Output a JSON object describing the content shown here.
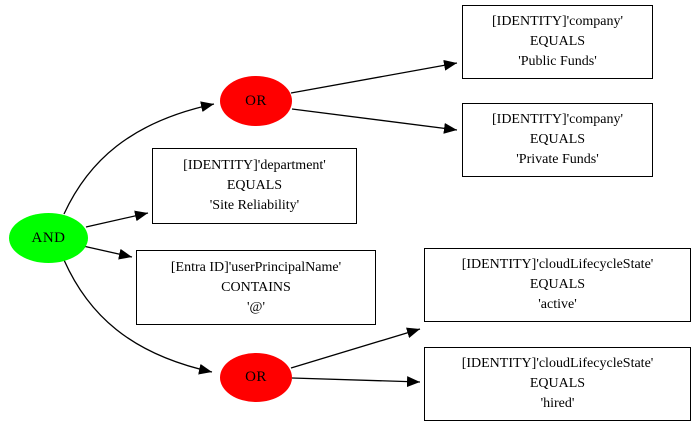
{
  "diagram": {
    "type": "logic-condition-tree",
    "background_color": "#ffffff",
    "edge_color": "#000000",
    "operator_nodes": [
      {
        "id": "and",
        "label": "AND",
        "fill": "#00ff00",
        "text_color": "#000000",
        "shape": "ellipse"
      },
      {
        "id": "or-top",
        "label": "OR",
        "fill": "#ff0000",
        "text_color": "#000000",
        "shape": "ellipse"
      },
      {
        "id": "or-bottom",
        "label": "OR",
        "fill": "#ff0000",
        "text_color": "#000000",
        "shape": "ellipse"
      }
    ],
    "condition_nodes": [
      {
        "id": "company-public-funds",
        "attribute": "[IDENTITY]'company'",
        "operator": "EQUALS",
        "value": "'Public Funds'"
      },
      {
        "id": "company-private-funds",
        "attribute": "[IDENTITY]'company'",
        "operator": "EQUALS",
        "value": "'Private Funds'"
      },
      {
        "id": "department-site-reliability",
        "attribute": "[IDENTITY]'department'",
        "operator": "EQUALS",
        "value": "'Site Reliability'"
      },
      {
        "id": "upn-contains-at",
        "attribute": "[Entra ID]'userPrincipalName'",
        "operator": "CONTAINS",
        "value": "'@'"
      },
      {
        "id": "lifecycle-active",
        "attribute": "[IDENTITY]'cloudLifecycleState'",
        "operator": "EQUALS",
        "value": "'active'"
      },
      {
        "id": "lifecycle-hired",
        "attribute": "[IDENTITY]'cloudLifecycleState'",
        "operator": "EQUALS",
        "value": "'hired'"
      }
    ],
    "edges": [
      {
        "from": "and",
        "to": "or-top"
      },
      {
        "from": "and",
        "to": "department-site-reliability"
      },
      {
        "from": "and",
        "to": "upn-contains-at"
      },
      {
        "from": "and",
        "to": "or-bottom"
      },
      {
        "from": "or-top",
        "to": "company-public-funds"
      },
      {
        "from": "or-top",
        "to": "company-private-funds"
      },
      {
        "from": "or-bottom",
        "to": "lifecycle-active"
      },
      {
        "from": "or-bottom",
        "to": "lifecycle-hired"
      }
    ]
  }
}
